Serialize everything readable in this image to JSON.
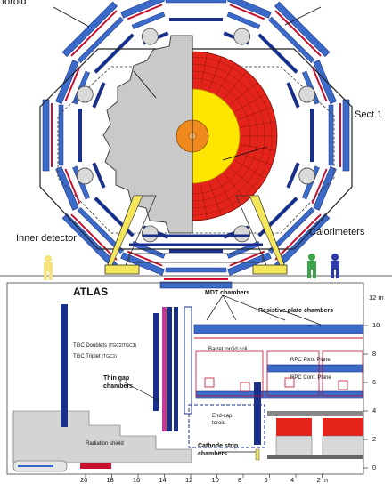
{
  "labels": {
    "toroid": "toroid",
    "sect1": "Sect 1",
    "inner_detector": "Inner detector",
    "calorimeters": "Calorimeters",
    "atlas": "ATLAS",
    "mdt": "MDT chambers",
    "rpc_chambers": "Resistive plate chambers",
    "barrel_toroid": "Barrel toroid coil",
    "rpc_pivot": "RPC Pivot Plane",
    "rpc_conf": "RPC Conf. Plane",
    "tgc_doublets": "TGC Doublets",
    "tgc_doublets_sub": "(TGC2/TGC3)",
    "tgc_triplet": "TGC Triplet",
    "tgc_triplet_sub": "(TGC1)",
    "thin_gap": "Thin gap",
    "thin_gap2": "chambers",
    "endcap": "End-cap",
    "endcap2": "toroid",
    "radiation": "Radiation shield",
    "cathode": "Cathode strip",
    "cathode2": "chambers",
    "y_unit": "12 m"
  },
  "axis": {
    "x_ticks": [
      "20",
      "18",
      "16",
      "14",
      "12",
      "10",
      "8",
      "6",
      "4",
      "2 m"
    ],
    "y_ticks": [
      "10",
      "8",
      "6",
      "4",
      "2",
      "0"
    ]
  },
  "colors": {
    "muon_blue": "#3b6bc8",
    "muon_dark": "#1a2f8a",
    "muon_red": "#c8102e",
    "calo_red": "#e4241b",
    "calo_yellow": "#ffe600",
    "inner_orange": "#f08a1c",
    "gray": "#c8c8c8",
    "support_yellow": "#f3e65a"
  },
  "figures": {
    "person_left": "person-icon",
    "person_right_green": "person-icon",
    "person_right_blue": "person-icon"
  }
}
